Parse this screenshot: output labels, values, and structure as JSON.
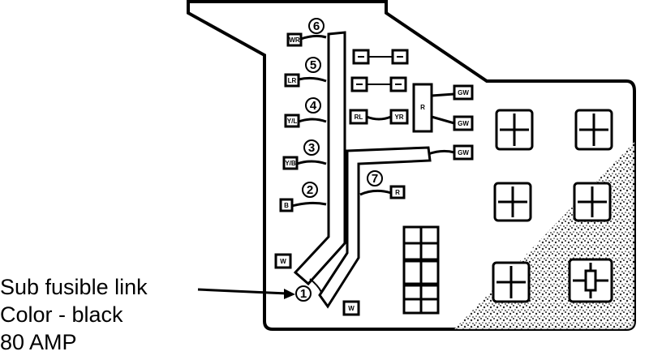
{
  "callout": {
    "line1": "Sub fusible link",
    "line2": "Color - black",
    "line3": "80 AMP"
  },
  "links": [
    {
      "id": "1",
      "connector": ""
    },
    {
      "id": "2",
      "connector": "B"
    },
    {
      "id": "3",
      "connector": "Y/B"
    },
    {
      "id": "4",
      "connector": "Y/L"
    },
    {
      "id": "5",
      "connector": "LR"
    },
    {
      "id": "6",
      "connector": "WR"
    },
    {
      "id": "7",
      "connector": "R"
    }
  ],
  "connectors": {
    "rl": "RL",
    "yr": "YR",
    "gw_a": "GW",
    "gw_b": "GW",
    "gw_c": "GW",
    "r_block": "R",
    "w_a": "W",
    "w_b": "W"
  },
  "colors": {
    "ink": "#000000",
    "paper": "#ffffff"
  }
}
